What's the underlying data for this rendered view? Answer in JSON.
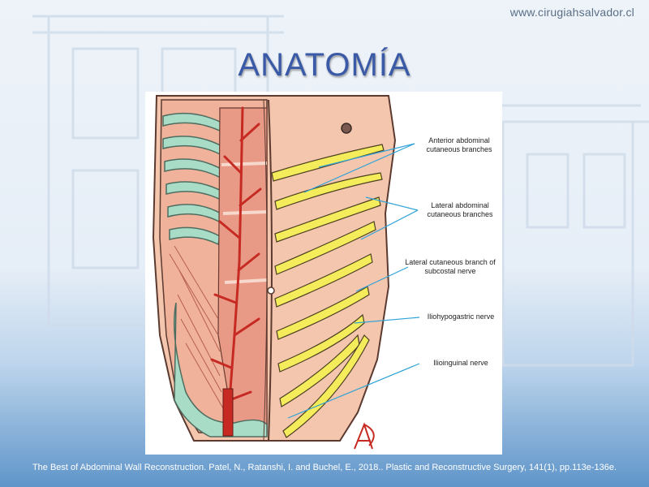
{
  "header": {
    "website": "www.cirugiahsalvador.cl"
  },
  "slide": {
    "title": "ANATOMÍA"
  },
  "figure": {
    "labels": {
      "anterior": "Anterior abdominal cutaneous branches",
      "lateral": "Lateral abdominal cutaneous branches",
      "subcostal": "Lateral cutaneous branch of subcostal nerve",
      "iliohypogastric": "Iliohypogastric nerve",
      "ilioinguinal": "Ilioinguinal nerve"
    },
    "colors": {
      "skin": "#f0b8a0",
      "muscle": "#e89a86",
      "nerve": "#f4ec5a",
      "vessel": "#c62a22",
      "bone": "#9dd7c1",
      "pointer": "#2fa3d6"
    }
  },
  "footer": {
    "citation": "The Best of Abdominal Wall Reconstruction. Patel, N., Ratanshi, I. and Buchel, E., 2018.. Plastic and Reconstructive Surgery, 141(1), pp.113e-136e."
  }
}
